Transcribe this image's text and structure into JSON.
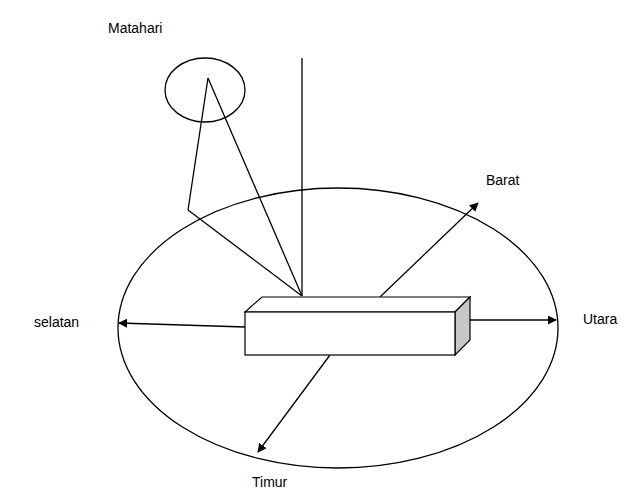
{
  "diagram": {
    "labels": [
      "Matahari",
      "Barat",
      "selatan",
      "Utara",
      "Timur"
    ]
  }
}
